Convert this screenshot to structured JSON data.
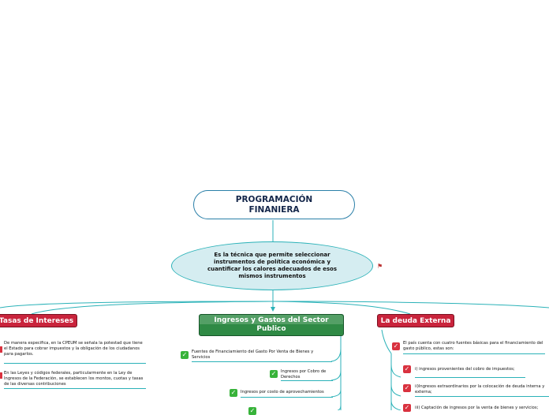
{
  "root": {
    "title": "PROGRAMACIÓN FINANIERA"
  },
  "definition": {
    "text": "Es la técnica que permite seleccionar instrumentos de política económica y cuantificar los calores adecuados de esos mismos instrumentos"
  },
  "topics": {
    "left": {
      "label": "Tasas de Intereses",
      "color": "#c9243c"
    },
    "center": {
      "label": "Ingresos y Gastos del Sector Publico",
      "color": "#2f8a45"
    },
    "right": {
      "label": "La deuda Externa",
      "color": "#c9243c"
    }
  },
  "left_items": [
    {
      "text": "De manera especifica, en la CPEUM se señala la potestad que tiene el Estado para cobrar impuestos y la obligación de los ciudadanos para pagarlos."
    },
    {
      "text": "En las Leyes y códigos federales, particularmente en la Ley de Ingresos de la Federación, se establecen los montos, cuotas y tasas de las diversas contribuciones"
    }
  ],
  "center_items": [
    {
      "text": "Fuentes de Financiamiento del Gasto Por Venta de Bienes y Servicios",
      "icon": "check-green"
    },
    {
      "text": "Ingresos por Cobro de Derechos",
      "icon": "check-green"
    },
    {
      "text": "Ingresos por costo de aprovechamientos",
      "icon": "check-green"
    },
    {
      "text": "",
      "icon": "check-green"
    }
  ],
  "right_items": [
    {
      "text": "El país cuenta con cuatro fuentes básicas para el financiamiento del gasto público, estas son:",
      "icon": "check-red"
    },
    {
      "text": "i) ingresos provenientes del cobro de impuestos;",
      "icon": "check-red"
    },
    {
      "text": "ii)Ingresos extraordinarios por la colocación de deuda interna y externa;",
      "icon": "check-red"
    },
    {
      "text": "iii) Captación de ingresos por la venta de bienes y servicios;",
      "icon": "check-red"
    }
  ],
  "colors": {
    "connector": "#2bb2b8",
    "oval_fill": "#d5edf1"
  }
}
